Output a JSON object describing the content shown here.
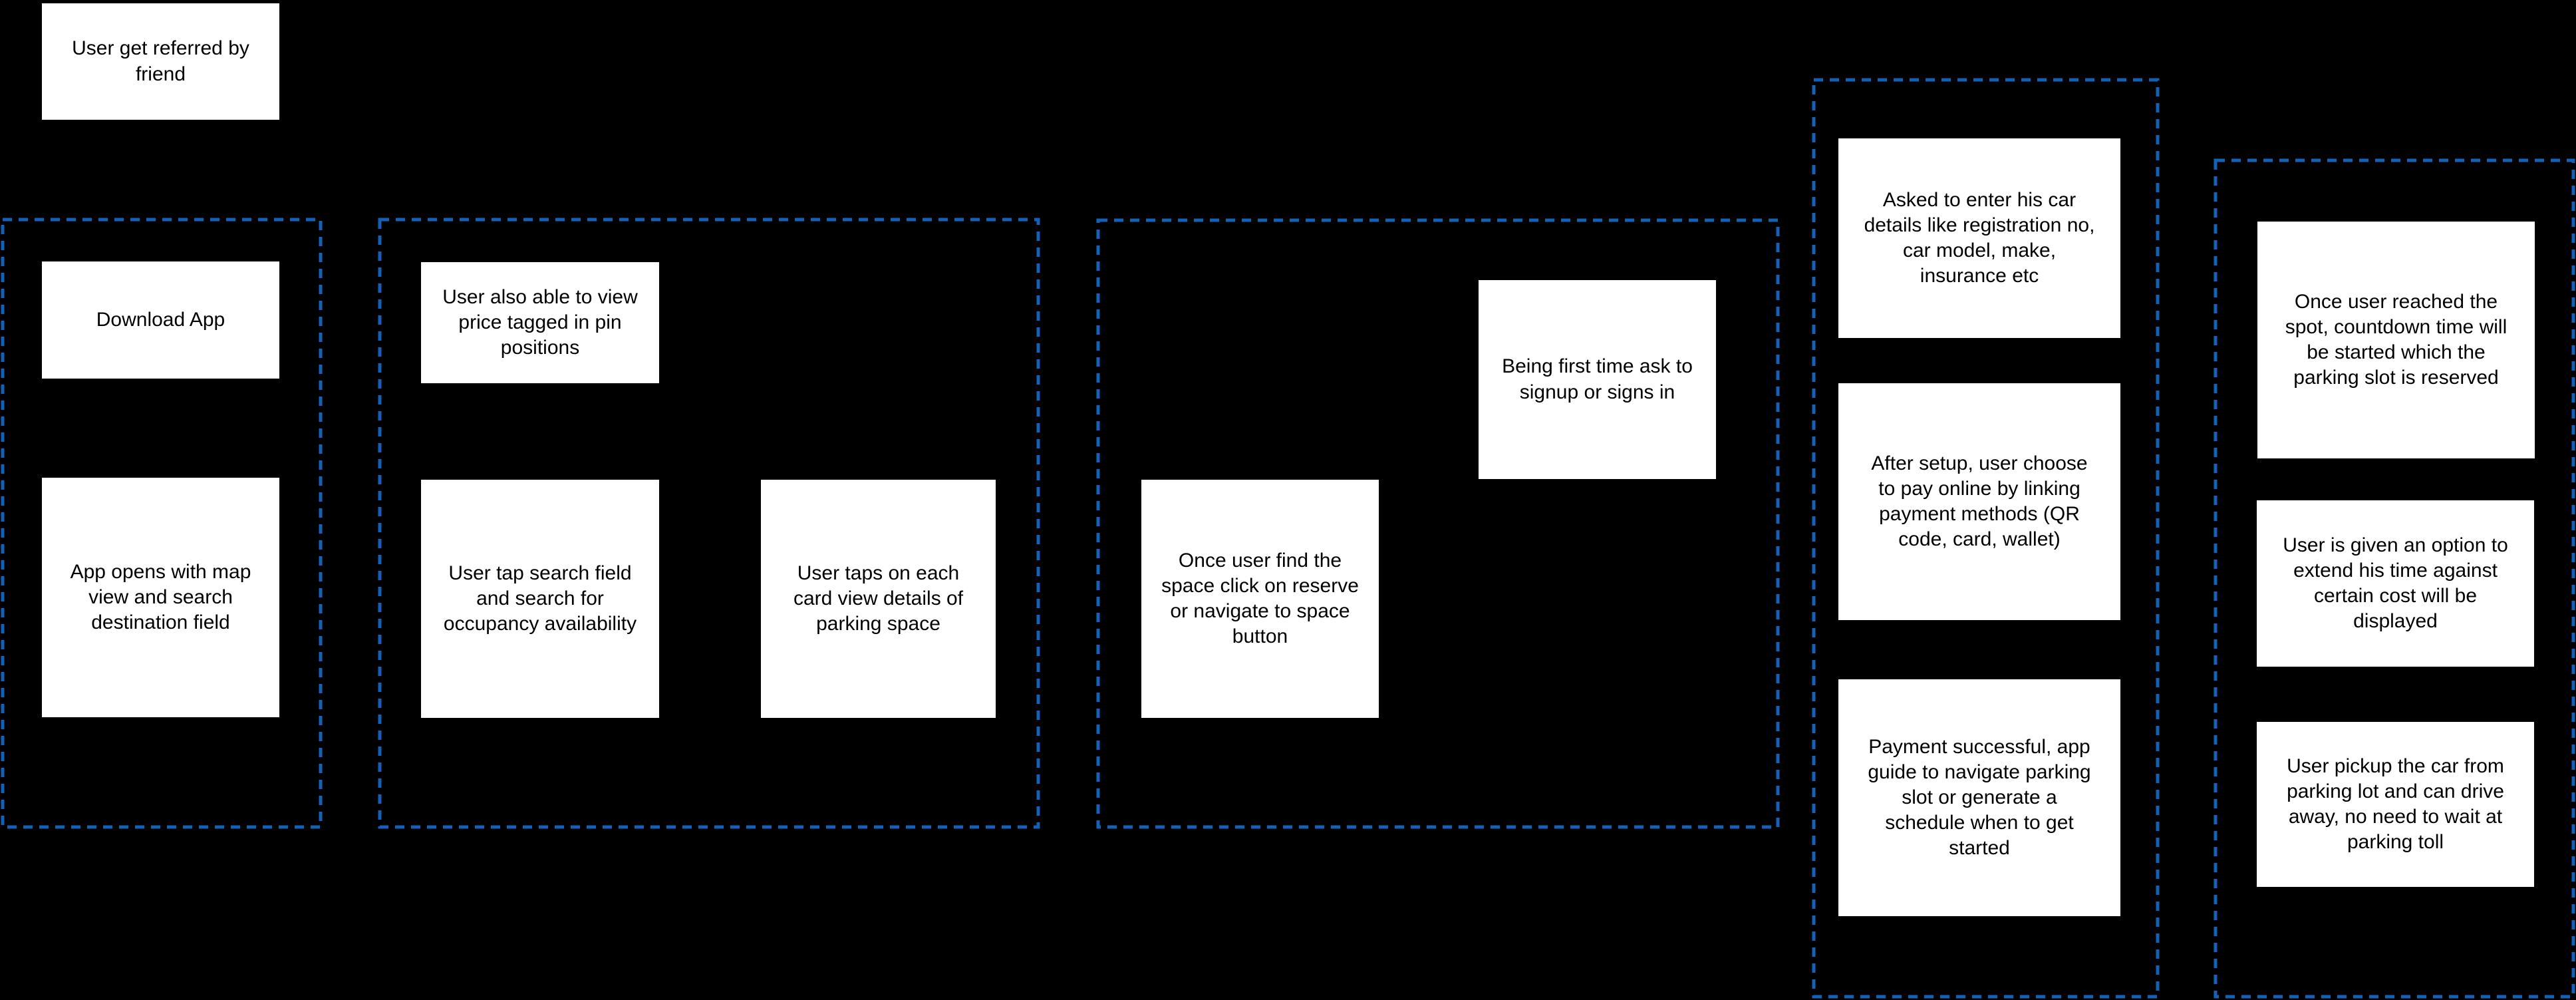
{
  "theme": {
    "background": "#000000",
    "node_fill": "#ffffff",
    "node_text_color": "#000000",
    "frame_dash_color": "#1262b8"
  },
  "standalone_node": {
    "text": "User get referred by friend"
  },
  "groups": [
    {
      "nodes": [
        {
          "text": "Download App"
        },
        {
          "text": "App opens with map view and search destination field"
        }
      ]
    },
    {
      "nodes": [
        {
          "text": "User also able to view price tagged in pin positions"
        },
        {
          "text": "User tap search field and search for occupancy availability"
        },
        {
          "text": "User taps on each card view details of parking space"
        }
      ]
    },
    {
      "nodes": [
        {
          "text": "Being first time ask to signup or signs in"
        },
        {
          "text": "Once user find the space click on reserve or navigate to space button"
        }
      ]
    },
    {
      "nodes": [
        {
          "text": "Asked to enter his car details like registration no, car model, make, insurance etc"
        },
        {
          "text": "After setup, user choose to pay online by linking payment methods (QR code, card, wallet)"
        },
        {
          "text": "Payment successful, app guide to navigate parking slot or generate a schedule when to get started"
        }
      ]
    },
    {
      "nodes": [
        {
          "text": "Once user reached the spot, countdown time will be started which the parking slot is reserved"
        },
        {
          "text": "User is given an option to extend his time against certain cost will be displayed"
        },
        {
          "text": "User pickup the car from parking lot and can drive away, no need to wait at parking toll"
        }
      ]
    }
  ]
}
